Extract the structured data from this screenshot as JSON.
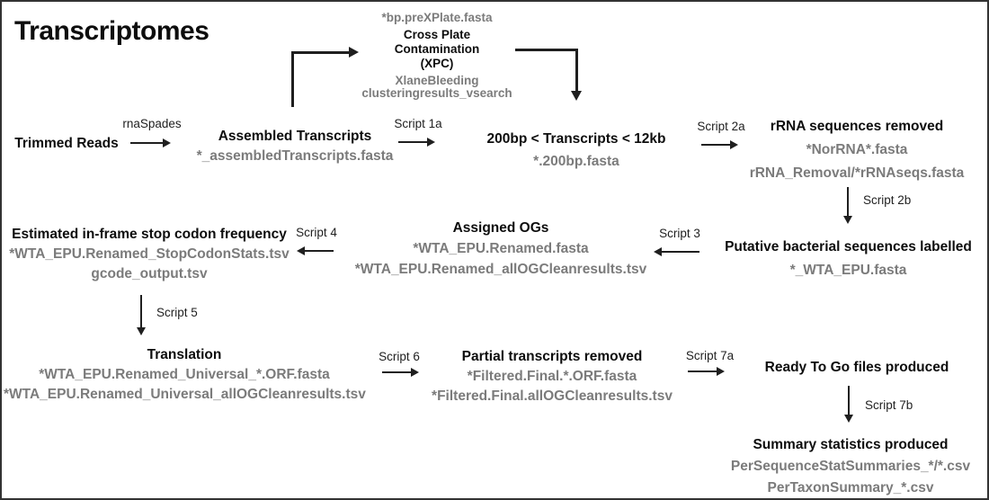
{
  "page": {
    "title": "Transcriptomes"
  },
  "colors": {
    "text": "#0d0d0d",
    "muted": "#7b7b7b",
    "line": "#1f1f1f",
    "frame": "#333333"
  },
  "nodes": {
    "trimmed_reads": {
      "title": "Trimmed Reads"
    },
    "xpc": {
      "pre_file": "*bp.preXPlate.fasta",
      "title1": "Cross Plate",
      "title2": "Contamination",
      "title3": "(XPC)",
      "file1": "XlaneBleeding",
      "file2": "clusteringresults_vsearch"
    },
    "assembled": {
      "title": "Assembled Transcripts",
      "file1": "*_assembledTranscripts.fasta"
    },
    "size_filtered": {
      "title": "200bp < Transcripts < 12kb",
      "file1": "*.200bp.fasta"
    },
    "rrna_removed": {
      "title": "rRNA sequences removed",
      "file1": "*NorRNA*.fasta",
      "file2": "rRNA_Removal/*rRNAseqs.fasta"
    },
    "putative_bacterial": {
      "title": "Putative bacterial sequences labelled",
      "file1": "*_WTA_EPU.fasta"
    },
    "assigned_ogs": {
      "title": "Assigned OGs",
      "file1": "*WTA_EPU.Renamed.fasta",
      "file2": "*WTA_EPU.Renamed_allOGCleanresults.tsv"
    },
    "stop_codon": {
      "title": "Estimated in-frame stop codon frequency",
      "file1": "*WTA_EPU.Renamed_StopCodonStats.tsv",
      "file2": "gcode_output.tsv"
    },
    "translation": {
      "title": "Translation",
      "file1": "*WTA_EPU.Renamed_Universal_*.ORF.fasta",
      "file2": "*WTA_EPU.Renamed_Universal_allOGCleanresults.tsv"
    },
    "partial_removed": {
      "title": "Partial transcripts removed",
      "file1": "*Filtered.Final.*.ORF.fasta",
      "file2": "*Filtered.Final.allOGCleanresults.tsv"
    },
    "ready_to_go": {
      "title": "Ready To Go files produced"
    },
    "summary_stats": {
      "title": "Summary statistics produced",
      "file1": "PerSequenceStatSummaries_*/*.csv",
      "file2": "PerTaxonSummary_*.csv"
    }
  },
  "arrows": {
    "rnaspades": "rnaSpades",
    "script_1a": "Script 1a",
    "script_2a": "Script 2a",
    "script_2b": "Script 2b",
    "script_3": "Script 3",
    "script_4": "Script 4",
    "script_5": "Script 5",
    "script_6": "Script 6",
    "script_7a": "Script 7a",
    "script_7b": "Script 7b"
  }
}
